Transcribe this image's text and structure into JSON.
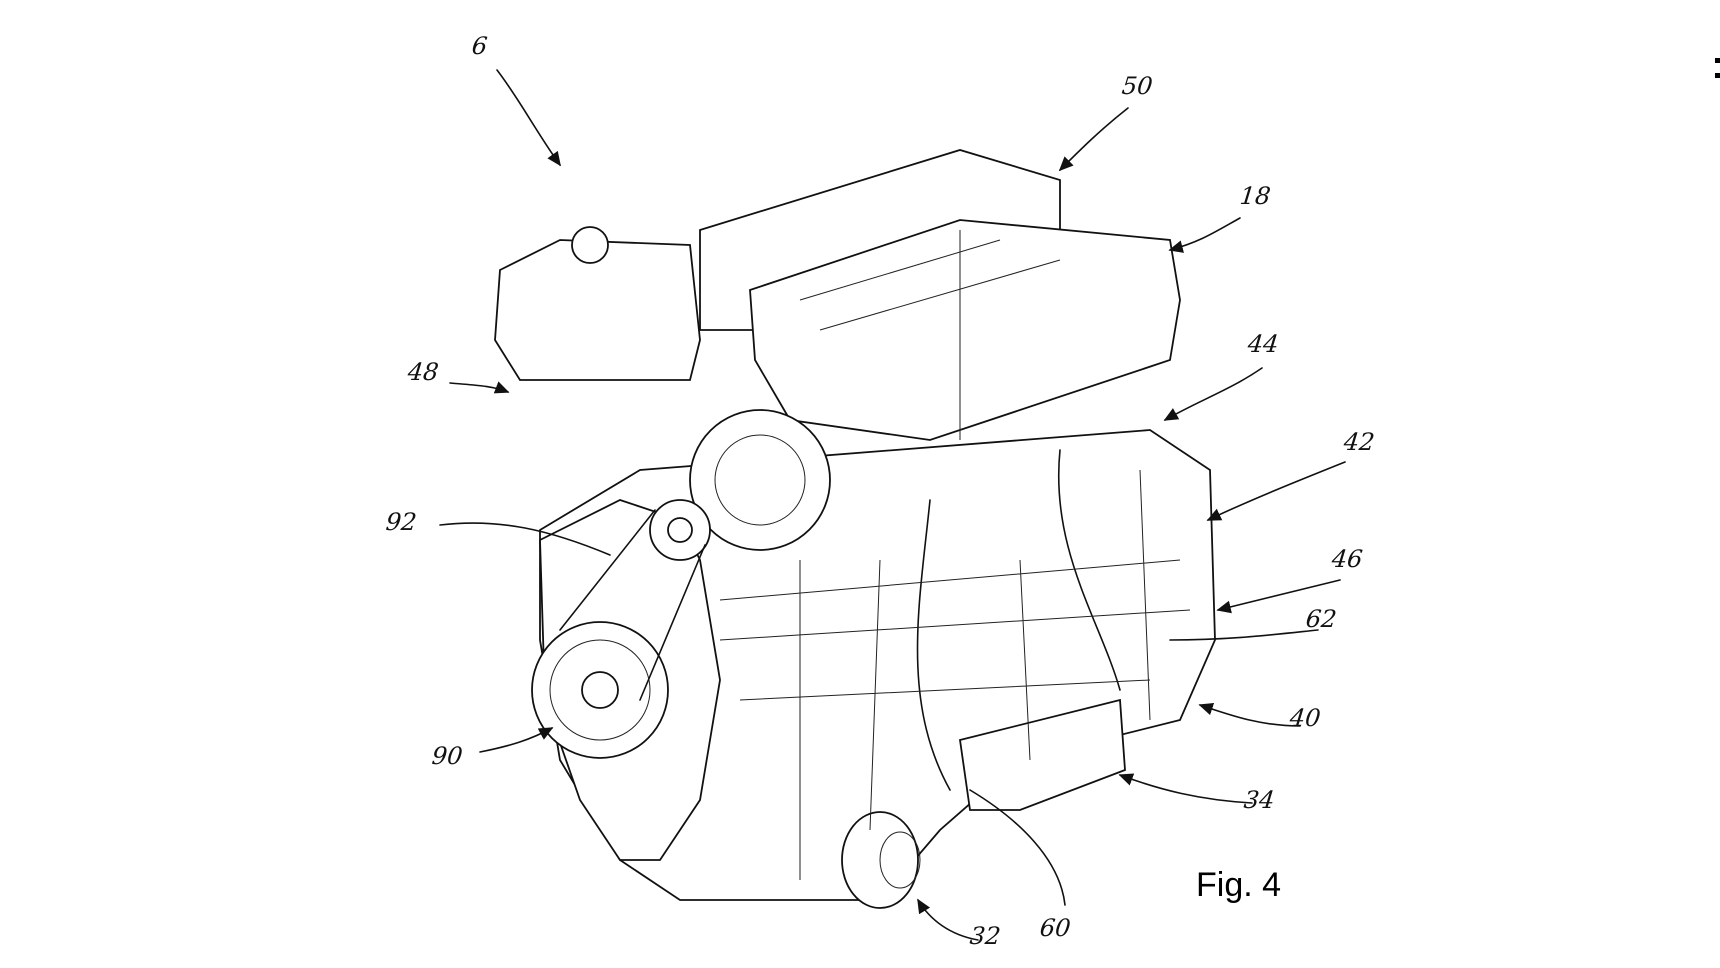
{
  "figure": {
    "caption": "Fig. 4",
    "reference_numerals": [
      "6",
      "50",
      "18",
      "48",
      "44",
      "42",
      "92",
      "46",
      "62",
      "40",
      "90",
      "34",
      "32",
      "60"
    ]
  }
}
